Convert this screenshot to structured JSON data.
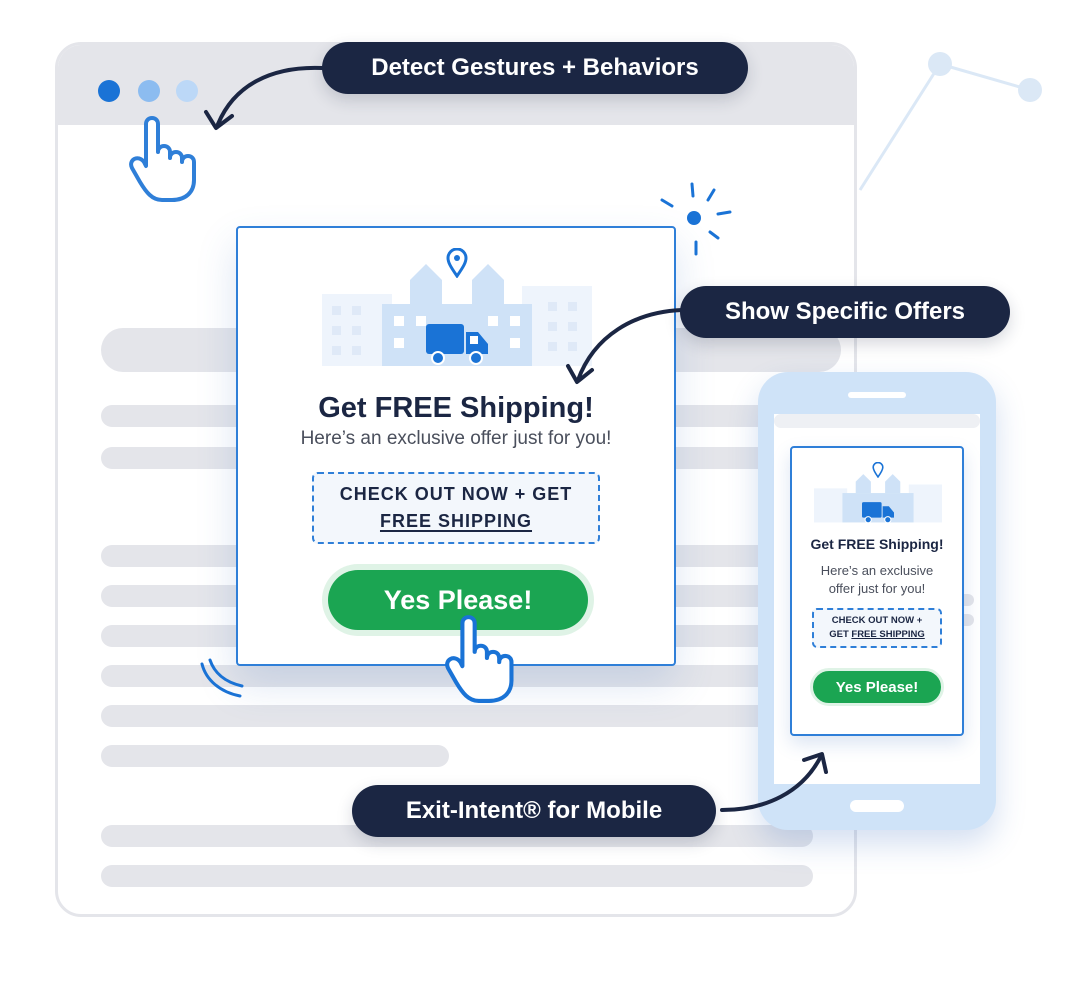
{
  "callouts": {
    "gestures": "Detect Gestures + Behaviors",
    "offers": "Show Specific Offers",
    "mobile": "Exit-Intent® for Mobile"
  },
  "popup": {
    "title": "Get FREE Shipping!",
    "subtitle": "Here’s an exclusive offer just for you!",
    "coupon_line1": "CHECK OUT NOW + GET",
    "coupon_line2": "FREE SHIPPING",
    "cta": "Yes Please!"
  },
  "mobile_popup": {
    "title": "Get FREE Shipping!",
    "subtitle_line1": "Here’s an exclusive",
    "subtitle_line2": "offer just for you!",
    "coupon_line1": "CHECK OUT NOW +",
    "coupon_line2_prefix": "GET ",
    "coupon_line2_link": "FREE SHIPPING",
    "cta": "Yes Please!"
  },
  "colors": {
    "navy": "#1b2643",
    "brand_blue": "#2f7fd8",
    "green": "#1ba552",
    "light_gray": "#e4e5ea",
    "light_blue": "#cfe3f8"
  },
  "icons": [
    "pointer-hand-icon",
    "location-pin-icon",
    "delivery-truck-icon",
    "sparkle-icon",
    "buildings-icon"
  ]
}
